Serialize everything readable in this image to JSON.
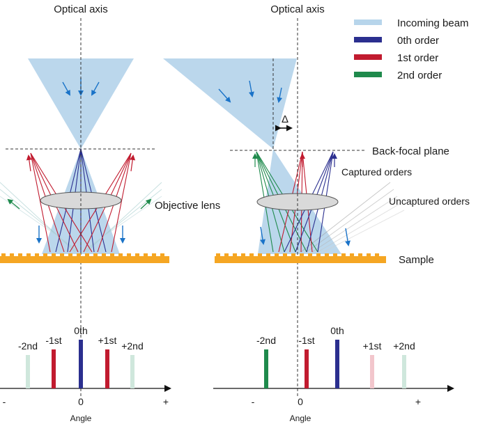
{
  "labels": {
    "optical_axis_left": "Optical axis",
    "optical_axis_right": "Optical axis",
    "back_focal_plane": "Back-focal plane",
    "captured_orders": "Captured orders",
    "uncaptured_orders": "Uncaptured orders",
    "objective_lens": "Objective lens",
    "sample": "Sample",
    "delta": "Δ"
  },
  "legend": [
    {
      "label": "Incoming beam",
      "color": "#b7d5eb"
    },
    {
      "label": "0th order",
      "color": "#2b2f8f"
    },
    {
      "label": "1st order",
      "color": "#c11b2f"
    },
    {
      "label": "2nd order",
      "color": "#1f8a4c"
    }
  ],
  "left_spectrum": {
    "bars": [
      {
        "label": "-2nd",
        "color": "#cfe7dc",
        "faded": true
      },
      {
        "label": "-1st",
        "color": "#c11b2f",
        "faded": false
      },
      {
        "label": "0th",
        "color": "#2b2f8f",
        "faded": false
      },
      {
        "label": "+1st",
        "color": "#c11b2f",
        "faded": false
      },
      {
        "label": "+2nd",
        "color": "#cfe7dc",
        "faded": true
      }
    ],
    "axis": {
      "minus": "-",
      "zero": "0",
      "plus": "+",
      "title": "Angle"
    }
  },
  "right_spectrum": {
    "bars": [
      {
        "label": "-2nd",
        "color": "#1f8a4c",
        "faded": false
      },
      {
        "label": "-1st",
        "color": "#c11b2f",
        "faded": false
      },
      {
        "label": "0th",
        "color": "#2b2f8f",
        "faded": false
      },
      {
        "label": "+1st",
        "color": "#f2c6cc",
        "faded": true
      },
      {
        "label": "+2nd",
        "color": "#cfe7dc",
        "faded": true
      }
    ],
    "axis": {
      "minus": "-",
      "zero": "0",
      "plus": "+",
      "title": "Angle"
    }
  },
  "colors": {
    "beam": "#b7d5eb",
    "zero": "#2b2f8f",
    "first": "#c11b2f",
    "second": "#1f8a4c",
    "arrow_blue": "#1a73c8",
    "sample": "#f5a623",
    "lens": "#d9d9d9"
  }
}
